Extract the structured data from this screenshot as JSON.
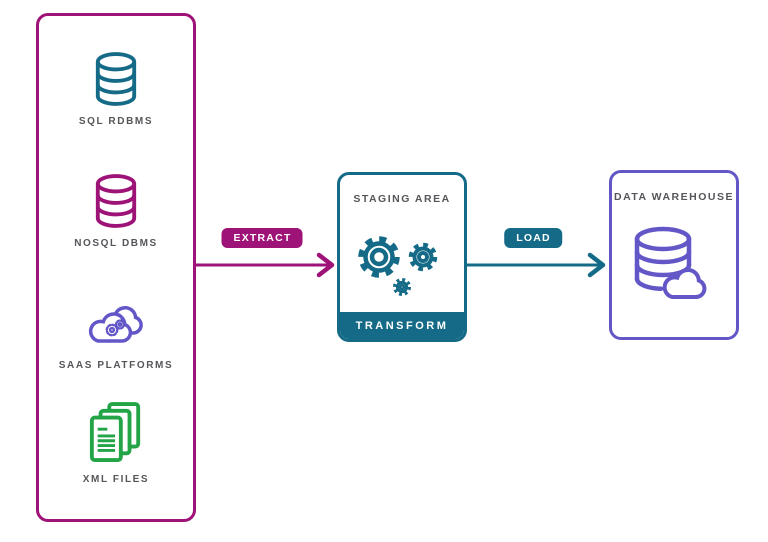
{
  "colors": {
    "magenta": "#9E1377",
    "teal": "#156B87",
    "purple": "#6357C8",
    "green": "#23A446",
    "label_gray": "#55565A",
    "badge_text": "#FFFFFF"
  },
  "sources": {
    "items": [
      {
        "label": "SQL RDBMS",
        "icon": "database-icon"
      },
      {
        "label": "NOSQL DBMS",
        "icon": "database-icon"
      },
      {
        "label": "SAAS PLATFORMS",
        "icon": "cloud-gears-icon"
      },
      {
        "label": "XML FILES",
        "icon": "documents-icon"
      }
    ]
  },
  "flows": {
    "extract": {
      "label": "EXTRACT"
    },
    "load": {
      "label": "LOAD"
    }
  },
  "staging": {
    "title": "STAGING AREA",
    "banner": "TRANSFORM",
    "icon": "gears-icon"
  },
  "warehouse": {
    "title": "DATA WAREHOUSE",
    "icon": "database-cloud-icon"
  }
}
